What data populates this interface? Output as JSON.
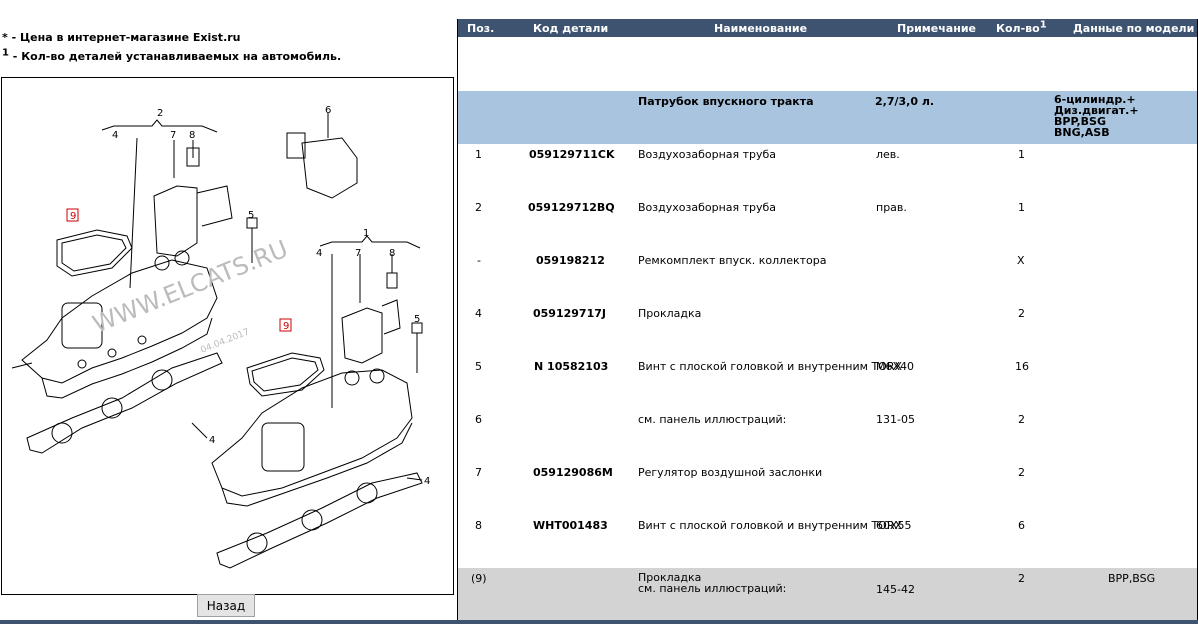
{
  "notes": {
    "price": "* - Цена в интернет-магазине Exist.ru",
    "qty_mark": "1",
    "qty": " - Кол-во деталей устанавливаемых на автомобиль."
  },
  "diagram": {
    "callouts": [
      "1",
      "2",
      "4",
      "4",
      "4",
      "5",
      "5",
      "6",
      "7",
      "7",
      "8",
      "8",
      "9",
      "9"
    ],
    "watermark": "WWW.ELCATS.RU",
    "date_stamp": "04.04.2017"
  },
  "back_button": "Назад",
  "table": {
    "headers": {
      "pos": "Поз.",
      "code": "Код детали",
      "name": "Наименование",
      "note": "Примечание",
      "qty": "Кол-во",
      "qty_mark": "1",
      "model": "Данные по модели"
    },
    "group": {
      "name": "Патрубок впускного тракта",
      "note": "2,7/3,0 л.",
      "model_lines": [
        "6-цилиндр.+",
        "Диз.двигат.+",
        "BPP,BSG",
        "BNG,ASB"
      ]
    },
    "rows": [
      {
        "pos": "1",
        "code": "059129711CK",
        "name": "Воздухозаборная труба",
        "note": "лев.",
        "qty": "1",
        "model": ""
      },
      {
        "pos": "2",
        "code": "059129712BQ",
        "name": "Воздухозаборная труба",
        "note": "прав.",
        "qty": "1",
        "model": ""
      },
      {
        "pos": "-",
        "code": "059198212",
        "name": "Ремкомплект впуск. коллектора",
        "note": "",
        "qty": "X",
        "model": ""
      },
      {
        "pos": "4",
        "code": "059129717J",
        "name": "Прокладка",
        "note": "",
        "qty": "2",
        "model": ""
      },
      {
        "pos": "5",
        "code": "N 10582103",
        "name": "Винт с плоской головкой и внутренним TORX",
        "note": "M6X40",
        "qty": "16",
        "model": ""
      },
      {
        "pos": "6",
        "code": "",
        "name": "см. панель иллюстраций:",
        "note": "131-05",
        "qty": "2",
        "model": ""
      },
      {
        "pos": "7",
        "code": "059129086M",
        "name": "Регулятор воздушной заслонки",
        "note": "",
        "qty": "2",
        "model": ""
      },
      {
        "pos": "8",
        "code": "WHT001483",
        "name": "Винт с плоской головкой и внутренним TORX",
        "note": "60X55",
        "qty": "6",
        "model": ""
      }
    ],
    "last_row": {
      "pos": "(9)",
      "name_lines": [
        "Прокладка",
        "см. панель иллюстраций:"
      ],
      "note": "145-42",
      "qty": "2",
      "model": "BPP,BSG"
    }
  },
  "colors": {
    "header_bg": "#3e5370",
    "group_bg": "#a9c4df",
    "grey_row_bg": "#d3d3d3",
    "callout_red": "#cc0000"
  }
}
